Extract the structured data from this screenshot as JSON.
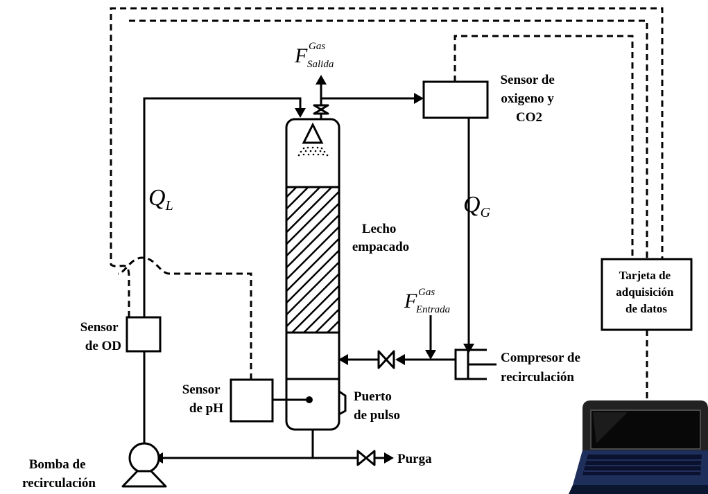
{
  "labels": {
    "oxygen_sensor": [
      "Sensor de",
      "oxigeno y",
      "CO2"
    ],
    "packed_bed": [
      "Lecho",
      "empacado"
    ],
    "do_sensor": [
      "Sensor",
      "de OD"
    ],
    "ph_sensor": [
      "Sensor",
      "de pH"
    ],
    "pulse_port": [
      "Puerto",
      "de pulso"
    ],
    "compressor": [
      "Compresor de",
      "recirculación"
    ],
    "daq_card": [
      "Tarjeta de",
      "adquisición",
      "de datos"
    ],
    "pump": [
      "Bomba de",
      "recirculación"
    ],
    "purge": "Purga"
  },
  "symbols": {
    "q_liquid": {
      "main": "Q",
      "sub": "L"
    },
    "q_gas": {
      "main": "Q",
      "sub": "G"
    },
    "f_gas_out": {
      "main": "F",
      "sup": "Gas",
      "sub": "Salida"
    },
    "f_gas_in": {
      "main": "F",
      "sup": "Gas",
      "sub": "Entrada"
    }
  },
  "icons": {
    "laptop": "laptop-icon",
    "pump": "centrifugal-pump-icon",
    "valve": "gate-valve-icon",
    "spray_nozzle": "spray-nozzle-icon"
  }
}
